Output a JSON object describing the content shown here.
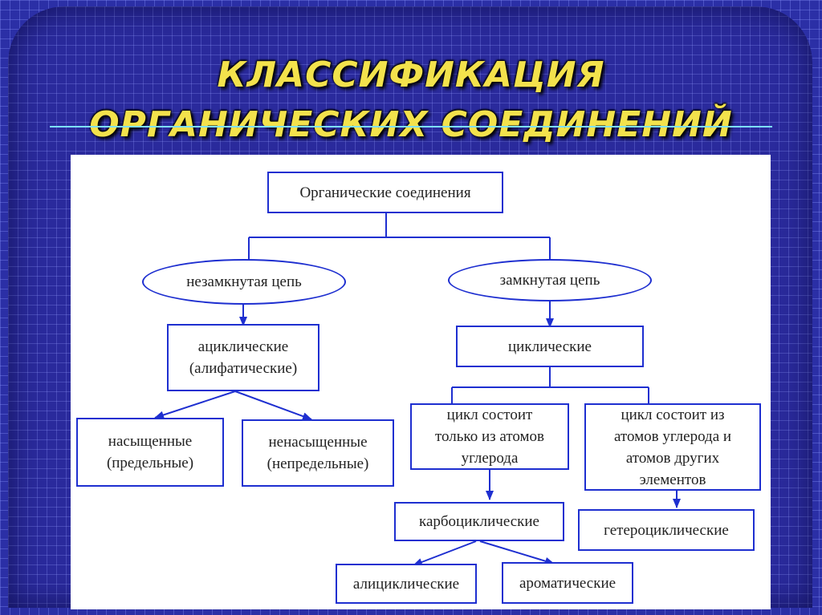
{
  "slide": {
    "title_line1": "КЛАССИФИКАЦИЯ",
    "title_line2": "ОРГАНИЧЕСКИХ СОЕДИНЕНИЙ"
  },
  "diagram": {
    "root": "Органические соединения",
    "open_chain": "незамкнутая цепь",
    "closed_chain": "замкнутая цепь",
    "acyclic": "ациклические (алифатические)",
    "cyclic": "циклические",
    "saturated": "насыщенные (предельные)",
    "unsaturated": "ненасыщенные (непредельные)",
    "carbon_only": "цикл состоит только из атомов углерода",
    "other_elements": "цикл состоит из атомов углерода и атомов других элементов",
    "carbocyclic": "карбоциклические",
    "heterocyclic": "гетероциклические",
    "alicyclic": "алициклические",
    "aromatic": "ароматические"
  },
  "colors": {
    "background": "#2b2fa6",
    "title": "#f3e24c",
    "box_border": "#1e2fd0",
    "connector": "#1e2fd0"
  }
}
